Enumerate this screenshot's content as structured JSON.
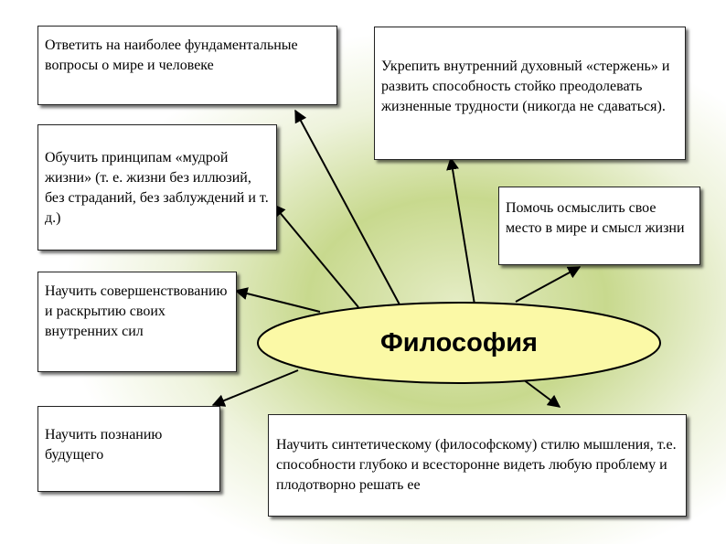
{
  "center": {
    "label": "Философия",
    "fill": "#fbf9a6"
  },
  "boxes": {
    "b1": "Ответить на наиболее фундаментальные вопросы о мире и человеке",
    "b2": "Укрепить внутренний духовный «стержень» и развить способность стойко преодолевать жизненные трудности (никогда не сдаваться).",
    "b3": "Обучить принципам «мудрой жизни» (т. е. жизни без иллюзий, без страданий, без заблуждений и т. д.)",
    "b4": "Помочь осмыслить свое место в мире и смысл жизни",
    "b5": "Научить совершенствованию и раскрытию своих внутренних сил",
    "b6": "Научить познанию будущего",
    "b7": "Научить синтетическому (философскому) стилю мышления, т.е. способности глубоко и всесторонне видеть любую проблему и плодотворно решать ее"
  },
  "colors": {
    "background_glow": "#c8d98e",
    "edge": "#000000"
  }
}
